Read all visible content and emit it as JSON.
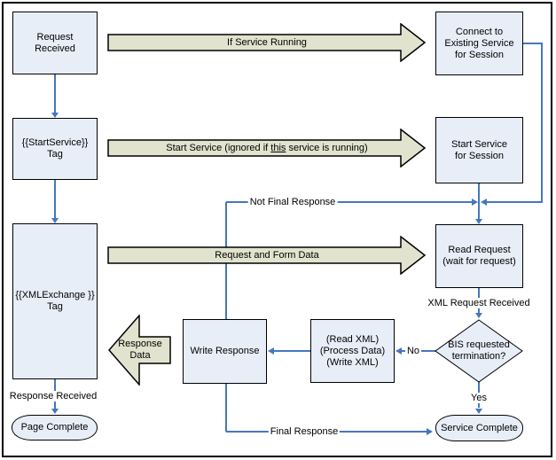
{
  "diagram": {
    "nodes": {
      "request_received": "Request\nReceived",
      "start_service_tag": "{{StartService}}\nTag",
      "xml_exchange_tag": "{{XMLExchange }}\nTag",
      "connect_existing": "Connect to\nExisting Service\nfor Session",
      "start_service_session": "Start Service\nfor Session",
      "read_request": "Read Request\n(wait for request)",
      "write_response": "Write Response",
      "process_xml": "(Read XML)\n(Process Data)\n(Write XML)",
      "decision": "BIS requested\ntermination?",
      "page_complete": "Page Complete",
      "service_complete": "Service Complete"
    },
    "block_arrows": {
      "if_service_running": "If Service Running",
      "start_service_pre": "Start Service (ignored if ",
      "start_service_emph": "this",
      "start_service_post": " service is running)",
      "request_form_data": "Request and Form Data",
      "response_data": "Response\nData"
    },
    "edge_labels": {
      "not_final_response": "Not Final Response",
      "xml_request_received": "XML Request Received",
      "no": "No",
      "yes": "Yes",
      "response_received": "Response Received",
      "final_response": "Final Response"
    },
    "colors": {
      "node_fill": "#e8eef8",
      "node_border": "#000000",
      "block_arrow_fill": "#e1e3ce",
      "block_arrow_border": "#000000",
      "connector_line": "#4577bd"
    }
  }
}
